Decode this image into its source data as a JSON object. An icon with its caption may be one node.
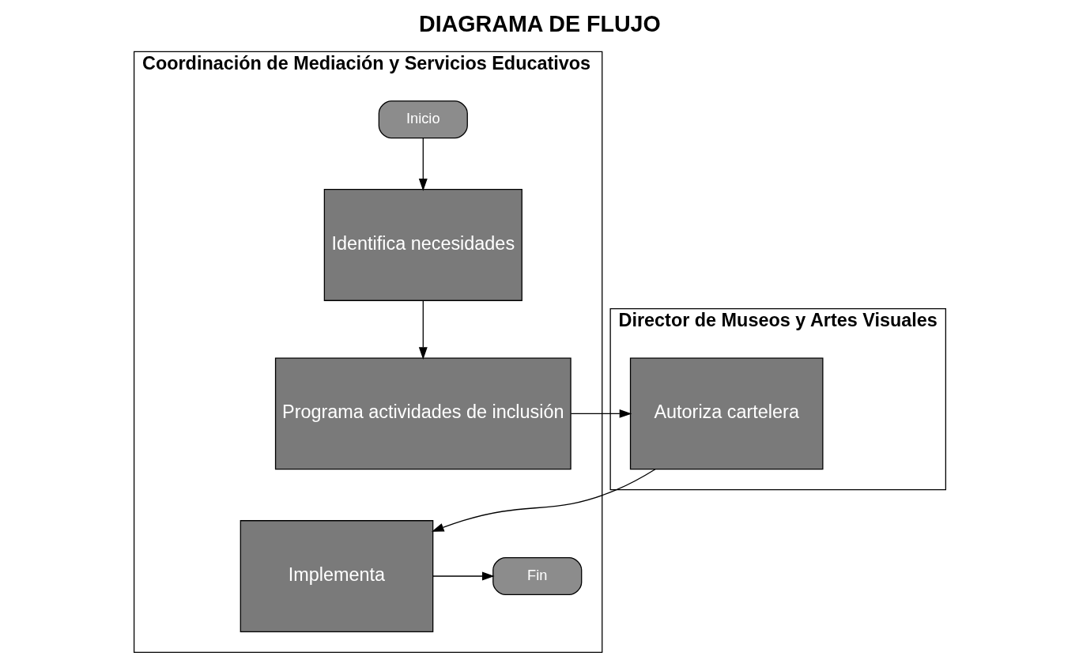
{
  "diagram": {
    "title": "DIAGRAMA DE FLUJO",
    "nodes": [
      {
        "text": [
          "Coordinación de Mediación y Servicios Educativos"
        ]
      },
      {
        "text": [
          "Inicio"
        ],
        "in": 0
      },
      {
        "text": [
          "Identifica necesidades"
        ],
        "in": 0
      },
      {
        "text": [
          "Programa actividades de inclusión"
        ],
        "in": 0
      },
      {
        "text": [
          "Implementa"
        ],
        "in": 0
      },
      {
        "text": [
          "Fin"
        ],
        "in": 0
      },
      {
        "text": [
          "Director de Museos y Artes Visuales"
        ]
      },
      {
        "text": [
          "Autoriza cartelera"
        ],
        "in": 6
      }
    ],
    "edges": [
      {
        "from": 1,
        "to": 2,
        "arrow": "to"
      },
      {
        "from": 2,
        "to": 3,
        "arrow": "to"
      },
      {
        "from": 3,
        "to": 7,
        "arrow": "to"
      },
      {
        "from": 7,
        "to": 4,
        "arrow": "to"
      },
      {
        "from": 4,
        "to": 5,
        "arrow": "to"
      }
    ]
  }
}
